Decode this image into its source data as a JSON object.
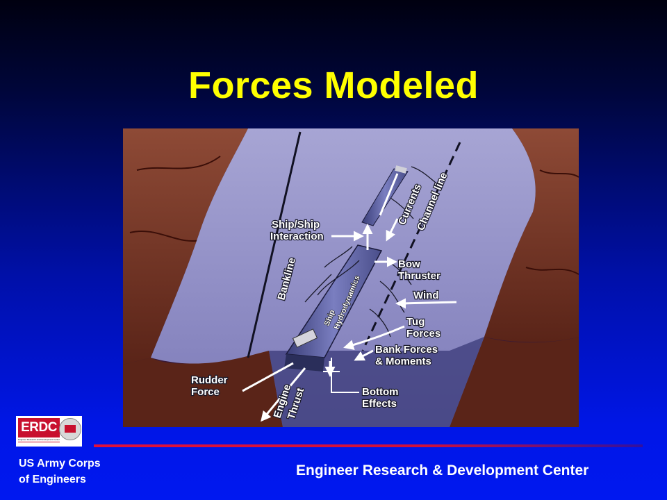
{
  "slide": {
    "title": "Forces Modeled"
  },
  "diagram": {
    "labels": {
      "ship_ship_1": "Ship/Ship",
      "ship_ship_2": "Interaction",
      "currents": "Currents",
      "channel_line": "Channel line",
      "bankline": "Bankline",
      "ship_hydro_1": "Ship",
      "ship_hydro_2": "Hydrodynamics",
      "bow_1": "Bow",
      "bow_2": "Thruster",
      "wind": "Wind",
      "tug_1": "Tug",
      "tug_2": "Forces",
      "bank_1": "Bank Forces",
      "bank_2": "& Moments",
      "rudder_1": "Rudder",
      "rudder_2": "Force",
      "engine": "Engine",
      "thrust": "Thrust",
      "bottom_1": "Bottom",
      "bottom_2": "Effects"
    }
  },
  "footer": {
    "logo_text": "ERDC",
    "logo_subtext": "Engineer Research and Development Center",
    "corps_line1": "US Army Corps",
    "corps_line2": "of Engineers",
    "center_name": "Engineer Research & Development Center"
  },
  "colors": {
    "title": "#ffff00",
    "rule_red": "#e0103a",
    "water": "#8a86c4",
    "bank": "#7a3a2a",
    "ship": "#5a5e9c"
  }
}
